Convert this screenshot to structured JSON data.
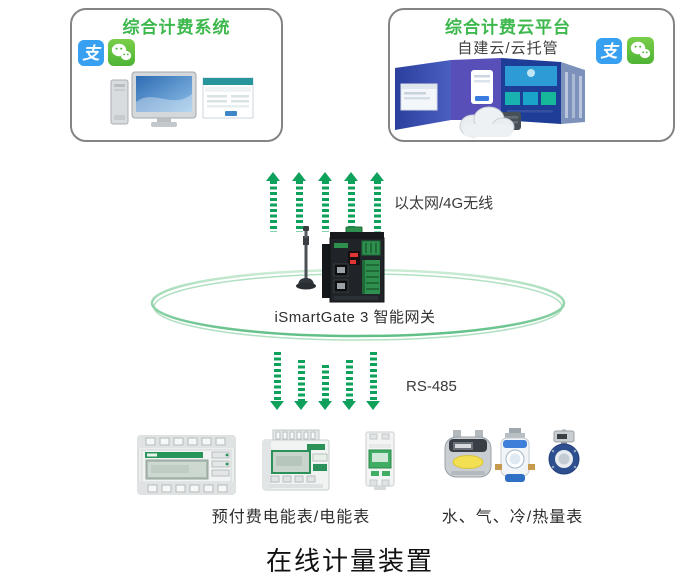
{
  "palette": {
    "green_title": "#3db84d",
    "arrow_green": "#0da15b",
    "ring_green": "#7ccf9a",
    "alipay_blue": "#38a0f0",
    "wechat_green": "#4eb434",
    "text_dark": "#3a3a3a",
    "footer_black": "#111111"
  },
  "boxes": {
    "billing_system": {
      "title": "综合计费系统"
    },
    "billing_cloud": {
      "title": "综合计费云平台",
      "subtitle": "自建云/云托管"
    }
  },
  "links": {
    "uplink_label": "以太网/4G无线",
    "downlink_label": "RS-485"
  },
  "gateway": {
    "label": "iSmartGate 3 智能网关"
  },
  "devices": {
    "electric_label": "预付费电能表/电能表",
    "utility_label": "水、气、冷/热量表"
  },
  "footer": {
    "title": "在线计量装置"
  },
  "icons": {
    "alipay_glyph": "支"
  }
}
